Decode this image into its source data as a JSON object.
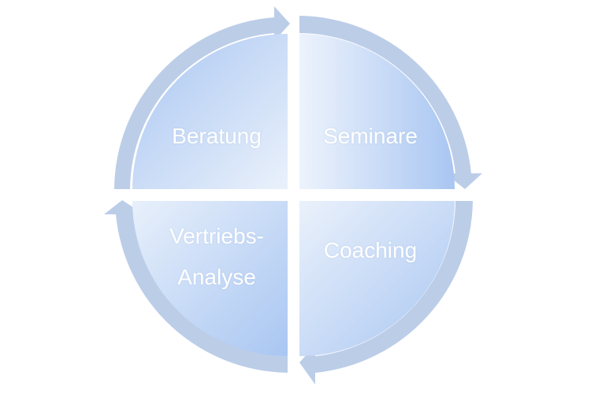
{
  "quadrants": {
    "top_left": {
      "label": "Beratung"
    },
    "top_right": {
      "label": "Seminare"
    },
    "bottom_left": {
      "line1": "Vertriebs-",
      "line2": "Analyse"
    },
    "bottom_right": {
      "label": "Coaching"
    }
  },
  "colors": {
    "arrow": "#b7c9e6",
    "fill_light": "#eaf1fb",
    "fill_dark": "#a9c6f2"
  }
}
